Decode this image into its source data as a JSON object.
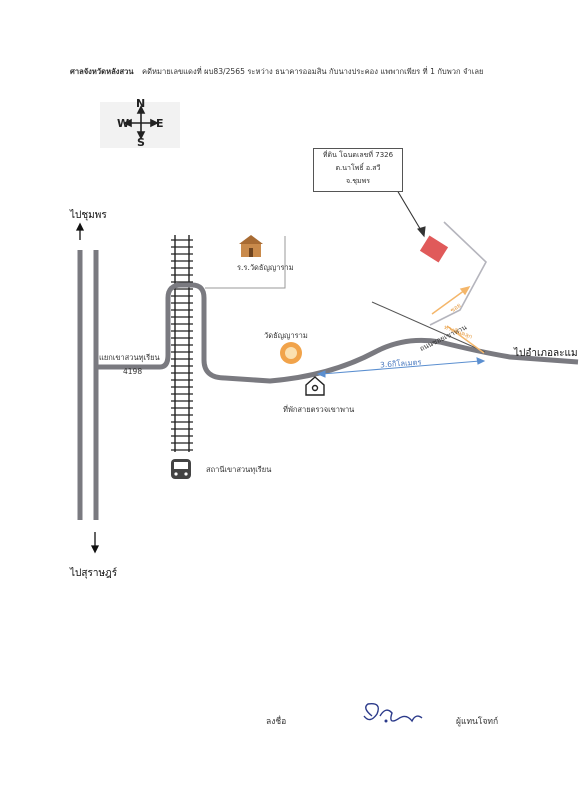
{
  "header": {
    "court": "ศาลจังหวัดหลังสวน",
    "case_text": "คดีหมายเลขแดงที่ ผบ83/2565 ระหว่าง ธนาคารออมสิน  กับนางประคอง  แพพากเพียร ที่ 1 กับพวก จำเลย"
  },
  "compass": {
    "north": "N",
    "south": "S",
    "east": "E",
    "west": "W"
  },
  "labels": {
    "to_chumphon": "ไปชุมพร",
    "to_surat": "ไปสุราษฎร์",
    "to_amphoe": "ไปอำเภอละแม",
    "junction": "แยกเขาสวนทุเรียน",
    "road_no": "4198",
    "school": "ร.ร.วัดธัญญาราม",
    "temple": "วัดธัญญาราม",
    "police": "ที่พักสายตรวจเขาพาน",
    "station": "สถานีเขาสวนทุเรียน",
    "distance": "3.6กิโลเมตร",
    "soi": "ซอย",
    "small_road": "ถนนซอยเขาพาน",
    "gravel": "ทางหินคลุก"
  },
  "plot_box": {
    "line1": "ที่ดิน โฉนดเลขที่ 7326",
    "line2": "ต.นาโพธิ์ อ.สวี",
    "line3": "จ.ชุมพร"
  },
  "signature": {
    "left": "ลงชื่อ",
    "right": "ผู้แทนโจทก์"
  },
  "colors": {
    "road": "#7a7a80",
    "plot": "#e05a5a",
    "distance": "#5b8fd0",
    "gravel": "#f4b66a",
    "soi": "#b5b5bd"
  }
}
